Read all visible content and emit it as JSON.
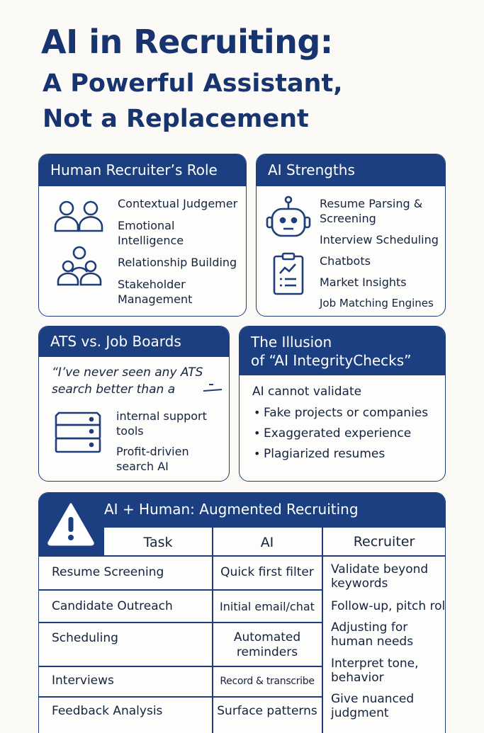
{
  "title": {
    "line1": "AI in Recruiting:",
    "line2": "A Powerful Assistant,",
    "line3": "Not a Replacement"
  },
  "human_role": {
    "header": "Human Recruiter’s Role",
    "items": [
      "Contextual Judgemer",
      "Emotional",
      "Intelligence",
      "Relationship Building",
      "Stakeholder",
      "Management"
    ]
  },
  "ai_strengths": {
    "header": "AI Strengths",
    "items": [
      "Resume Parsing &",
      "Screening",
      "Interview Scheduling",
      "Chatbots",
      "Market Insights",
      "Job Matching Engines"
    ]
  },
  "ats": {
    "header": "ATS vs. Job Boards",
    "quote_line1": "“I’ve never seen any ATS",
    "quote_line2": "search better than a",
    "items": [
      "internal support",
      "tools",
      "Profit-drivien",
      "search AI"
    ]
  },
  "illusion": {
    "header_line1": "The Illusion",
    "header_line2": "of “AI IntegrityChecks”",
    "intro": "AI cannot validate",
    "bullets": [
      "Fake projects or companies",
      "Exaggerated experience",
      "Plagiarized resumes"
    ]
  },
  "augmented": {
    "header": "AI + Human: Augmented Recruiting",
    "columns": [
      "Task",
      "AI",
      "Recruiter"
    ],
    "rows": [
      {
        "task": "Resume Screening",
        "ai": [
          "Quick first filter"
        ],
        "recruiter": [
          "Validate beyond",
          "keywords"
        ]
      },
      {
        "task": "Candidate Outreach",
        "ai": [
          "Initial email/chat"
        ],
        "recruiter": [
          "Follow-up, pitch rol"
        ]
      },
      {
        "task": "Scheduling",
        "ai": [
          "Automated",
          "reminders"
        ],
        "recruiter": [
          "Adjusting for",
          "human needs"
        ]
      },
      {
        "task": "Interviews",
        "ai": [
          "Record & transcribe"
        ],
        "recruiter": [
          "Interpret tone,",
          "behavior"
        ]
      },
      {
        "task": "Feedback Analysis",
        "ai": [
          "Surface patterns"
        ],
        "recruiter": [
          "Give nuanced",
          "judgment"
        ]
      }
    ]
  },
  "colors": {
    "navy": "#1b3f80",
    "title": "#17346f",
    "text": "#15233f"
  }
}
